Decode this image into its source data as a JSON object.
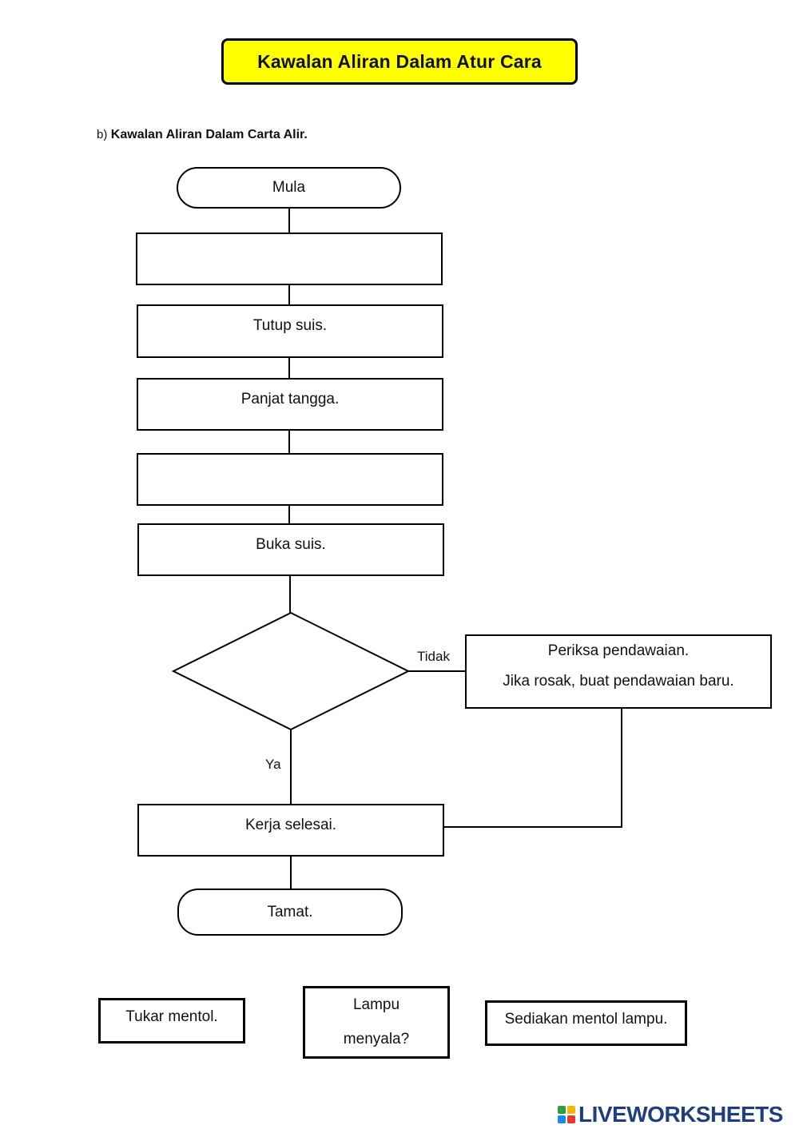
{
  "header": {
    "title": "Kawalan Aliran Dalam Atur Cara",
    "subtitle_prefix": "b)",
    "subtitle": "Kawalan Aliran Dalam Carta Alir."
  },
  "flowchart": {
    "start": "Mula",
    "step_blank_1": "",
    "step_close_switch": "Tutup suis.",
    "step_climb_ladder": "Panjat tangga.",
    "step_blank_2": "",
    "step_open_switch": "Buka suis.",
    "decision_blank": "",
    "branch_no": "Tidak",
    "branch_yes": "Ya",
    "check_line_1": "Periksa pendawaian.",
    "check_line_2": "Jika rosak, buat pendawaian baru.",
    "step_done": "Kerja selesai.",
    "end": "Tamat."
  },
  "answer_options": {
    "option_1": "Tukar mentol.",
    "option_2_line_1": "Lampu",
    "option_2_line_2": "menyala?",
    "option_3": "Sediakan mentol lampu."
  },
  "footer": {
    "brand": "LIVEWORKSHEETS",
    "logo_colors": [
      "#2e9e44",
      "#f2b705",
      "#1e88e5",
      "#e53935"
    ]
  }
}
